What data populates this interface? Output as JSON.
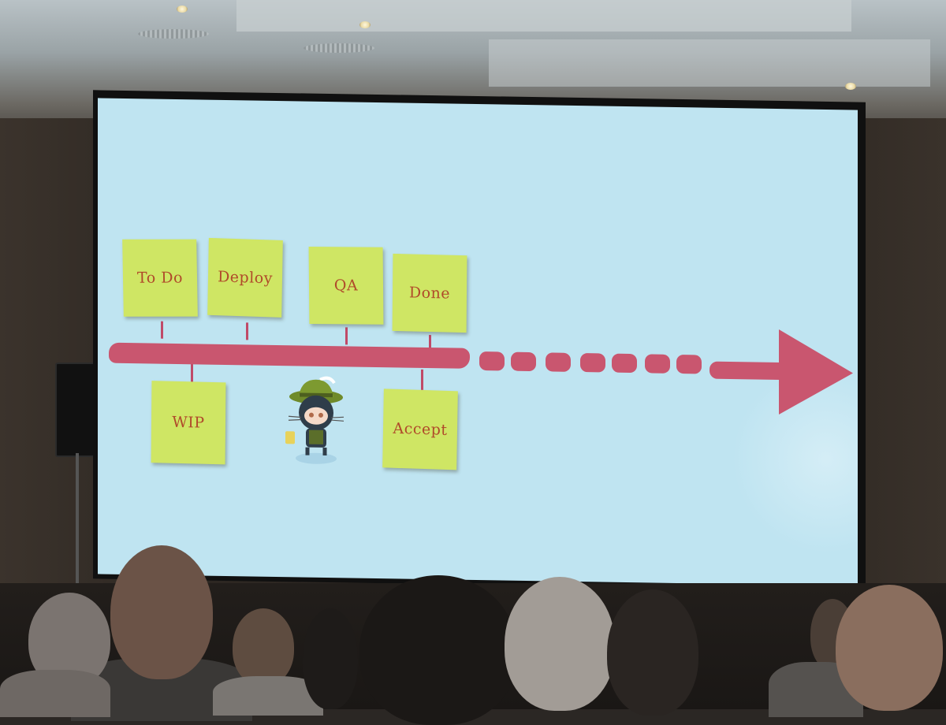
{
  "scene": "Presentation slide projected on a conference room screen",
  "slide": {
    "background_color": "#bfe4f1",
    "arrow_color": "#c9566f",
    "note_color": "#cfe664",
    "note_text_color": "#b04a2a",
    "notes_top": [
      {
        "label": "To Do"
      },
      {
        "label": "Deploy"
      },
      {
        "label": "QA"
      },
      {
        "label": "Done"
      }
    ],
    "notes_bottom": [
      {
        "label": "WIP"
      },
      {
        "label": "Accept"
      }
    ],
    "mascot": "octocat-with-feathered-hat-icon"
  }
}
